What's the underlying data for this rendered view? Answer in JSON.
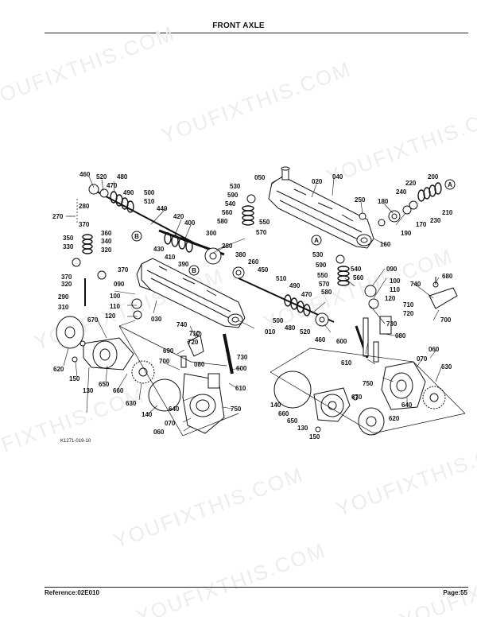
{
  "header": {
    "title": "FRONT AXLE"
  },
  "footer": {
    "reference": "Reference:02E010",
    "page": "Page:55"
  },
  "figure_code": "K1271-019-10",
  "watermark": "YOUFIXTHIS.COM",
  "callouts": {
    "a": "A",
    "b": "B"
  },
  "parts": {
    "p460a": "460",
    "p520a": "520",
    "p470a": "470",
    "p480a": "480",
    "p490a": "490",
    "p500a": "500",
    "p510a": "510",
    "p280": "280",
    "p270": "270",
    "p370a": "370",
    "p440": "440",
    "p420": "420",
    "p400": "400",
    "p300": "300",
    "p350": "350",
    "p360": "360",
    "p340": "340",
    "p330": "330",
    "p320a": "320",
    "p280b": "280",
    "p430": "430",
    "p410": "410",
    "p390": "390",
    "p380": "380",
    "p260": "260",
    "p370b": "370",
    "p320b": "320",
    "p290": "290",
    "p310": "310",
    "p090a": "090",
    "p100a": "100",
    "p110a": "110",
    "p120a": "120",
    "p030": "030",
    "p450": "450",
    "p510b": "510",
    "p490b": "490",
    "p470b": "470",
    "p500b": "500",
    "p480b": "480",
    "p520b": "520",
    "p460b": "460",
    "p010": "010",
    "p050": "050",
    "p020": "020",
    "p040": "040",
    "p530a": "530",
    "p590a": "590",
    "p540a": "540",
    "p560a": "560",
    "p580a": "580",
    "p550a": "550",
    "p570a": "570",
    "p250": "250",
    "p180": "180",
    "p190": "190",
    "p170": "170",
    "p160": "160",
    "p200": "200",
    "p220": "220",
    "p240": "240",
    "p210": "210",
    "p230": "230",
    "p530b": "530",
    "p590b": "590",
    "p550b": "550",
    "p570b": "570",
    "p580b": "580",
    "p540b": "540",
    "p560b": "560",
    "p090b": "090",
    "p100b": "100",
    "p110b": "110",
    "p120b": "120",
    "p730b": "730",
    "p740b": "740",
    "p680b": "680",
    "p710b": "710",
    "p720b": "720",
    "p700b": "700",
    "p600b": "600",
    "p610b": "610",
    "p080b": "080",
    "p060b": "060",
    "p070b": "070",
    "p630b": "630",
    "p640b": "640",
    "p750b": "750",
    "p740a": "740",
    "p710a": "710",
    "p720a": "720",
    "p690a": "690",
    "p700a": "700",
    "p080a": "080",
    "p730a": "730",
    "p600a": "600",
    "p610a": "610",
    "p670a": "670",
    "p620a": "620",
    "p150a": "150",
    "p130a": "130",
    "p650a": "650",
    "p660a": "660",
    "p630a": "630",
    "p140a": "140",
    "p640a": "640",
    "p750a": "750",
    "p070a": "070",
    "p060a": "060",
    "p140b": "140",
    "p660b": "660",
    "p650b": "650",
    "p130b": "130",
    "p150b": "150",
    "p670b": "670",
    "p620b": "620"
  }
}
